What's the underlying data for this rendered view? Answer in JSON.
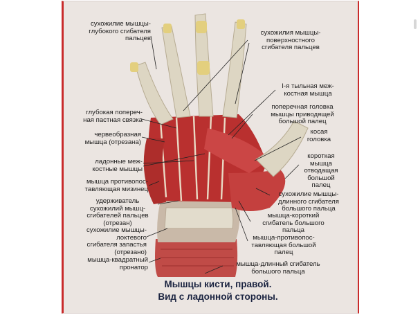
{
  "labels": {
    "fdp_tendon": "сухожилие мышцы-\nглубокого сгибателя\nпальцев",
    "fds_tendons": "сухожилия мышцы-\nповерхностного\nсгибателя пальцев",
    "dorsal_interosseous": "I-я тыльная меж-\nкостная мышца",
    "deep_transverse_lig": "глубокая попереч-\nная пастная связка",
    "adductor_transverse": "поперечная головка\nмышцы приводящей\nбольшой палец",
    "oblique_head": "косая\nголовка",
    "lumbrical": "червеобразная\nмышца (отрезана)",
    "palmar_interosseous": "ладонные меж-\nкостные мышцы",
    "abductor_pollicis_brevis": "короткая\nмышца\nотводащая\nбольшой\nпалец",
    "opponens_digiti_minimi": "мышца противопос-\nтавляющая мизинец",
    "retinaculum": "удерживатель\nсухожилий мышц-\nсгибателей пальцев\n(отрезан)",
    "fpl_tendon": "сухожилие мышцы-\nдлинного сгибателя\nбольшого пальца",
    "fpb": "мышца-короткий\nсгибатель большого\nпальца",
    "fcu_tendon": "сухожилие мышцы-\nлоктевого\nсгибателя запастья\n(отрезано)",
    "opponens_pollicis": "мышца-противопос-\nтавляющая большой\nпалец",
    "pronator_quadratus": "мышца-квадратный\nпронатор",
    "fpl_muscle": "мышца-длинный сгибатель\nбольшого пальца"
  },
  "caption": {
    "line1": "Мышцы кисти, правой.",
    "line2": "Вид с ладонной стороны."
  },
  "colors": {
    "frame_border": "#c92b2b",
    "background": "#ebe5e1",
    "muscle": "#b83a3a",
    "tendon": "#e8e3cf",
    "bone": "#e3cf7e",
    "caption_text": "#1a2340"
  }
}
